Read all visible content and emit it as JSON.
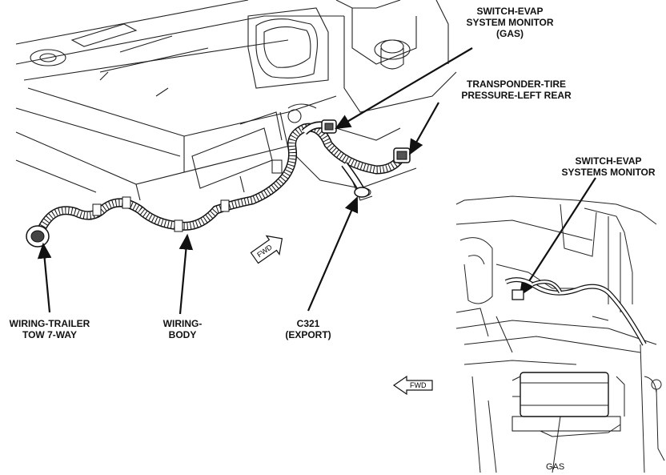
{
  "labels": {
    "switch_evap_gas": "SWITCH-EVAP\nSYSTEM MONITOR\n(GAS)",
    "transponder": "TRANSPONDER-TIRE\nPRESSURE-LEFT REAR",
    "switch_evap_systems": "SWITCH-EVAP\nSYSTEMS MONITOR",
    "wiring_trailer": "WIRING-TRAILER\nTOW 7-WAY",
    "wiring_body": "WIRING-\nBODY",
    "c321": "C321\n(EXPORT)"
  },
  "fwd_main": "FWD",
  "fwd_inset": "FWD",
  "inset_caption": "GAS",
  "colors": {
    "line": "#111111",
    "fill": "#ffffff"
  }
}
